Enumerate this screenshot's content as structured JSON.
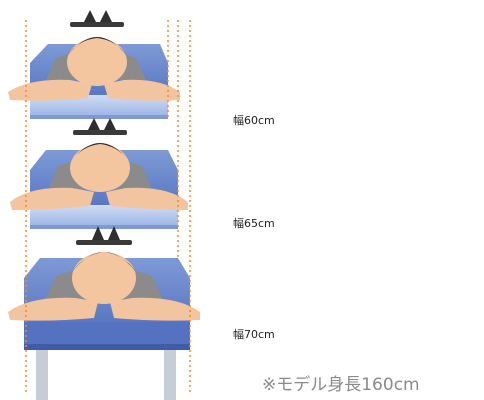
{
  "tables": [
    {
      "width_label": "幅60cm"
    },
    {
      "width_label": "幅65cm"
    },
    {
      "width_label": "幅70cm"
    }
  ],
  "note": "※モデル身長160cm",
  "colors": {
    "table_top": "#5f7fc8",
    "table_top_light": "#a9c0ea",
    "table_side": "#4b68b6",
    "skin": "#f3c6a0",
    "hair": "#2f2f2f",
    "shirt": "#858585",
    "guide_line": "#f28c28",
    "leg": "#c9ccd2"
  }
}
